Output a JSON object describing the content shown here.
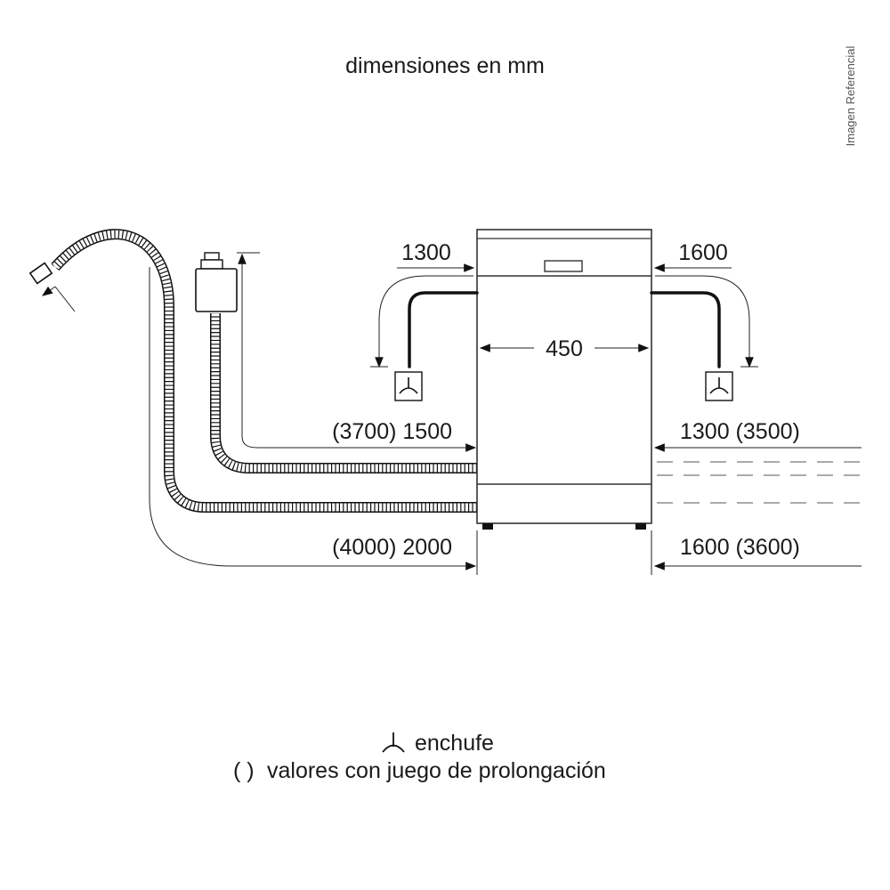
{
  "title": "dimensiones en mm",
  "side_note": "Imagen Referencial",
  "dimensions": {
    "width": "450",
    "cord_left": "1300",
    "cord_right": "1600",
    "inlet_left": "(3700) 1500",
    "inlet_right": "1300 (3500)",
    "drain_left": "(4000) 2000",
    "drain_right": "1600 (3600)"
  },
  "legend": {
    "plug_label": "enchufe",
    "plug_icon": "plug-symbol-icon",
    "parentheses_symbol": "( )",
    "parentheses_label": "valores con juego de prolongación"
  }
}
